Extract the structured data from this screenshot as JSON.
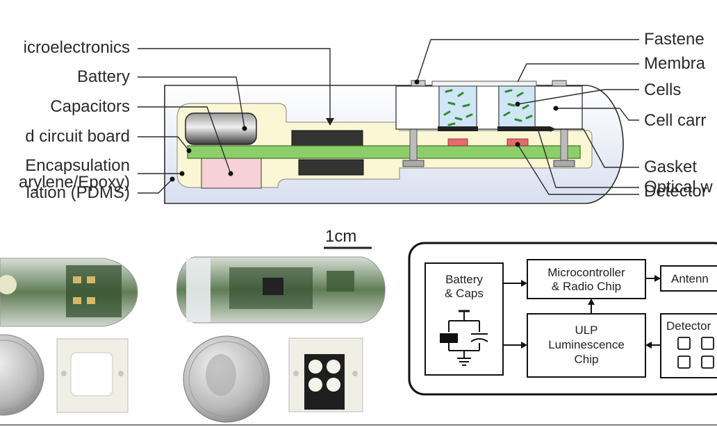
{
  "labels_left": [
    {
      "id": "microelectronics",
      "text": "icroelectronics"
    },
    {
      "id": "battery",
      "text": "Battery"
    },
    {
      "id": "capacitors",
      "text": "Capacitors"
    },
    {
      "id": "circuit-board",
      "text": "d circuit board"
    },
    {
      "id": "encapsulation",
      "text": "Encapsulation"
    },
    {
      "id": "encapsulation-material",
      "text": "arylene/Epoxy)"
    },
    {
      "id": "insulation",
      "text": "lation (PDMS)"
    }
  ],
  "labels_right": [
    {
      "id": "fastener",
      "text": "Fastene"
    },
    {
      "id": "membrane",
      "text": "Membra"
    },
    {
      "id": "cells",
      "text": "Cells"
    },
    {
      "id": "cell-carrier",
      "text": "Cell carr"
    },
    {
      "id": "gasket",
      "text": "Gasket"
    },
    {
      "id": "optical-window",
      "text": "Optical w"
    },
    {
      "id": "detector",
      "text": "Detector"
    }
  ],
  "scale_bar": {
    "label": "1cm"
  },
  "block_diagram": {
    "battery_caps": [
      "Battery",
      "& Caps"
    ],
    "microcontroller": [
      "Microcontroller",
      "& Radio Chip"
    ],
    "antenna": "Antenn",
    "ulp_chip": [
      "ULP",
      "Luminescence",
      "Chip"
    ],
    "detector": "Detector"
  },
  "colors": {
    "outer_shell": "#dfe6f5",
    "encapsulation": "#fbf6d4",
    "pcb": "#8ccf6a",
    "battery": "#3a3a3a",
    "capacitor": "#f6d2d8",
    "cells_bg": "#cfe6f7",
    "cells": "#3a9a3a",
    "detector_pad": "#e86a6a"
  }
}
